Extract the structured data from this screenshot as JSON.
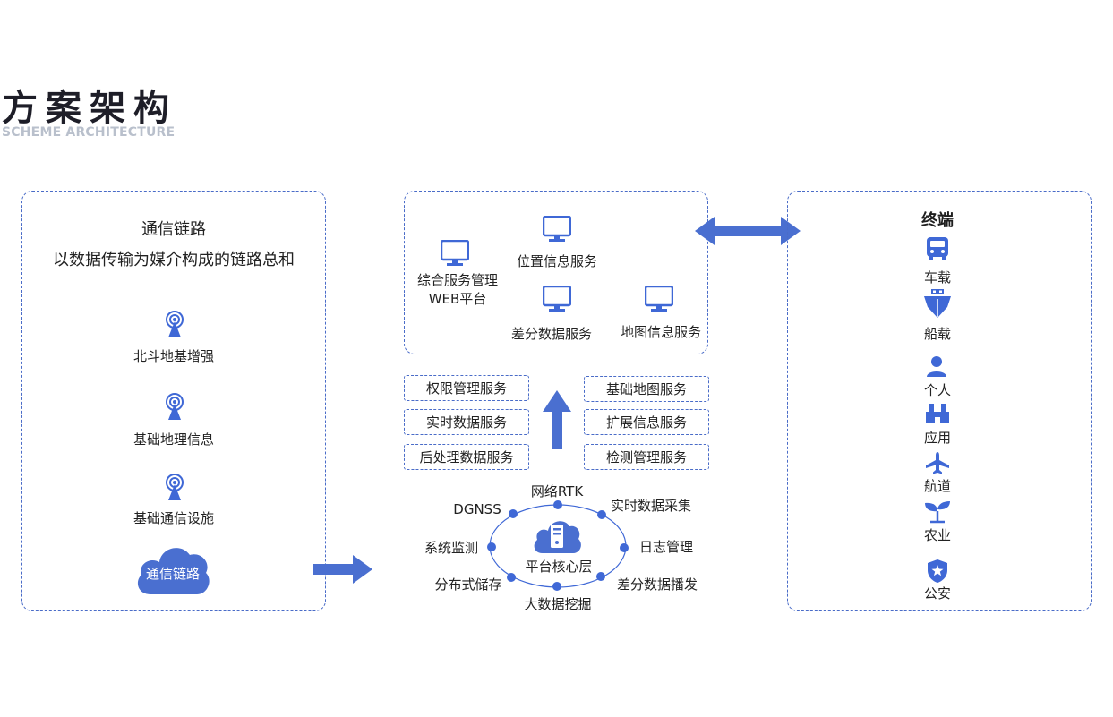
{
  "header": {
    "title": "方案架构",
    "subtitle": "SCHEME ARCHITECTURE"
  },
  "left_panel": {
    "heading": "通信链路",
    "description": "以数据传输为媒介构成的链路总和",
    "items": [
      {
        "label": "北斗地基增强",
        "icon": "antenna-icon"
      },
      {
        "label": "基础地理信息",
        "icon": "antenna-icon"
      },
      {
        "label": "基础通信设施",
        "icon": "antenna-icon"
      }
    ],
    "cloud_label": "通信链路"
  },
  "platform_panel": {
    "items": [
      {
        "label": "综合服务管理",
        "sublabel": "WEB平台",
        "icon": "monitor-icon"
      },
      {
        "label": "位置信息服务",
        "icon": "monitor-icon"
      },
      {
        "label": "差分数据服务",
        "icon": "monitor-icon"
      },
      {
        "label": "地图信息服务",
        "icon": "monitor-icon"
      }
    ]
  },
  "services_left": [
    "权限管理服务",
    "实时数据服务",
    "后处理数据服务"
  ],
  "services_right": [
    "基础地图服务",
    "扩展信息服务",
    "检测管理服务"
  ],
  "core": {
    "label": "平台核心层",
    "nodes": [
      "网络RTK",
      "实时数据采集",
      "日志管理",
      "差分数据播发",
      "大数据挖掘",
      "分布式储存",
      "系统监测",
      "DGNSS"
    ]
  },
  "terminal_panel": {
    "heading": "终端",
    "items": [
      {
        "label": "车载",
        "icon": "bus-icon"
      },
      {
        "label": "船载",
        "icon": "ship-icon"
      },
      {
        "label": "个人",
        "icon": "person-icon"
      },
      {
        "label": "应用",
        "icon": "factory-icon"
      },
      {
        "label": "航道",
        "icon": "airplane-icon"
      },
      {
        "label": "农业",
        "icon": "sprout-icon"
      },
      {
        "label": "公安",
        "icon": "police-badge-icon"
      }
    ]
  },
  "colors": {
    "accent": "#3f68d6",
    "border": "#4a6cc8",
    "subtitle": "#b9c0cc"
  }
}
